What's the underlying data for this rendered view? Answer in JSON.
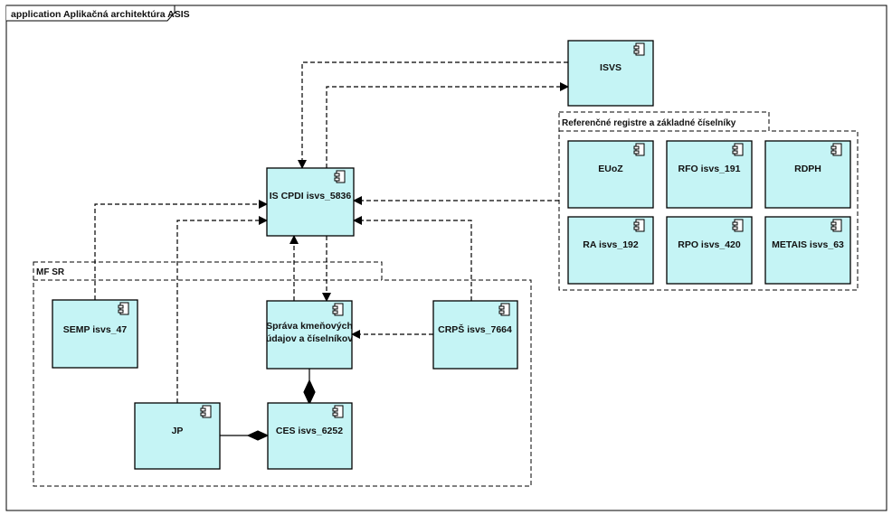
{
  "diagram": {
    "title": "application Aplikačná architektúra ASIS",
    "groups": {
      "referencne": "Referenčné registre a základné číselníky",
      "mfsr": "MF SR"
    },
    "components": {
      "isvs": "ISVS",
      "iscpdi": "IS CPDI isvs_5836",
      "euoz": "EUoZ",
      "rfo": "RFO isvs_191",
      "rdph": "RDPH",
      "ra": "RA isvs_192",
      "rpo": "RPO isvs_420",
      "metais": "METAIS isvs_63",
      "semp": "SEMP isvs_47",
      "sprava_line1": "Správa kmeňových",
      "sprava_line2": "údajov a číselníkov",
      "crps": "CRPŠ isvs_7664",
      "jp": "JP",
      "ces": "CES isvs_6252"
    },
    "colors": {
      "component_fill": "#C5F4F5",
      "border": "#000000",
      "background": "#FFFFFF"
    },
    "icons": {
      "component": "uml-component-icon"
    }
  }
}
